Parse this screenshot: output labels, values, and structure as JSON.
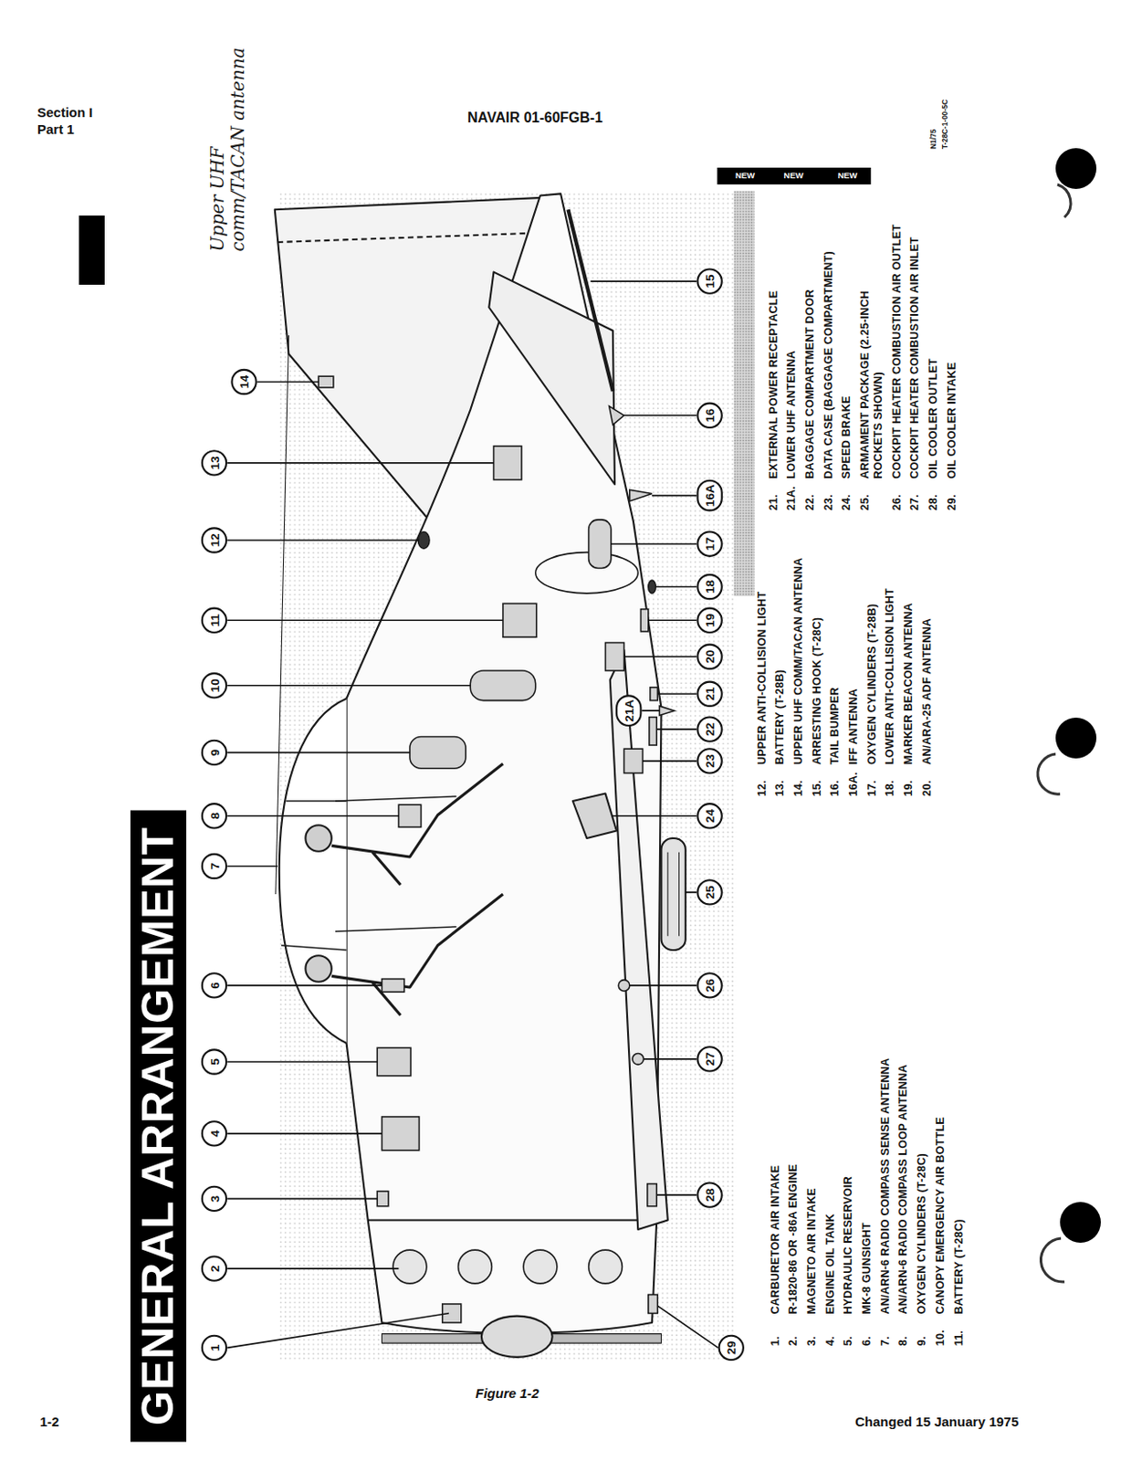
{
  "diagram": {
    "title": "GENERAL ARRANGEMENT",
    "caption": "Figure 1-2",
    "nodes": [
      {
        "text": [
          "1"
        ]
      },
      {
        "text": [
          "2"
        ]
      },
      {
        "text": [
          "3"
        ]
      },
      {
        "text": [
          "4"
        ]
      },
      {
        "text": [
          "5"
        ]
      },
      {
        "text": [
          "6"
        ]
      },
      {
        "text": [
          "7"
        ]
      },
      {
        "text": [
          "8"
        ]
      },
      {
        "text": [
          "9"
        ]
      },
      {
        "text": [
          "10"
        ]
      },
      {
        "text": [
          "11"
        ]
      },
      {
        "text": [
          "12"
        ]
      },
      {
        "text": [
          "13"
        ]
      },
      {
        "text": [
          "14"
        ]
      },
      {
        "text": [
          "15"
        ]
      },
      {
        "text": [
          "16"
        ]
      },
      {
        "text": [
          "16A"
        ]
      },
      {
        "text": [
          "17"
        ]
      },
      {
        "text": [
          "18"
        ]
      },
      {
        "text": [
          "19"
        ]
      },
      {
        "text": [
          "20"
        ]
      },
      {
        "text": [
          "21"
        ]
      },
      {
        "text": [
          "21A"
        ]
      },
      {
        "text": [
          "22"
        ]
      },
      {
        "text": [
          "23"
        ]
      },
      {
        "text": [
          "24"
        ]
      },
      {
        "text": [
          "25"
        ]
      },
      {
        "text": [
          "26"
        ]
      },
      {
        "text": [
          "27"
        ]
      },
      {
        "text": [
          "28"
        ]
      },
      {
        "text": [
          "29"
        ]
      }
    ],
    "labels": [
      "Section I",
      "Part 1",
      "NAVAIR 01-60FGB-1",
      "Upper UHF comm/TACAN antenna",
      "NEW",
      "NEW",
      "NEW",
      "1.",
      "CARBURETOR AIR INTAKE",
      "2.",
      "R-1820-86 OR -86A ENGINE",
      "3.",
      "MAGNETO AIR INTAKE",
      "4.",
      "ENGINE OIL TANK",
      "5.",
      "HYDRAULIC RESERVOIR",
      "6.",
      "MK-8 GUNSIGHT",
      "7.",
      "AN/ARN-6 RADIO COMPASS SENSE ANTENNA",
      "8.",
      "AN/ARN-6 RADIO COMPASS LOOP ANTENNA",
      "9.",
      "OXYGEN CYLINDERS (T-28C)",
      "10.",
      "CANOPY EMERGENCY AIR BOTTLE",
      "11.",
      "BATTERY (T-28C)",
      "12.",
      "UPPER ANTI-COLLISION LIGHT",
      "13.",
      "BATTERY (T-28B)",
      "14.",
      "UPPER UHF COMM/TACAN ANTENNA",
      "15.",
      "ARRESTING HOOK (T-28C)",
      "16.",
      "TAIL BUMPER",
      "16A.",
      "IFF ANTENNA",
      "17.",
      "OXYGEN CYLINDERS (T-28B)",
      "18.",
      "LOWER ANTI-COLLISION LIGHT",
      "19.",
      "MARKER BEACON ANTENNA",
      "20.",
      "AN/ARA-25 ADF ANTENNA",
      "21.",
      "EXTERNAL POWER RECEPTACLE",
      "21A.",
      "LOWER UHF ANTENNA",
      "22.",
      "BAGGAGE COMPARTMENT DOOR",
      "23.",
      "DATA CASE (BAGGAGE COMPARTMENT)",
      "24.",
      "SPEED BRAKE",
      "25.",
      "ARMAMENT PACKAGE (2.25-INCH ROCKETS SHOWN)",
      "26.",
      "COCKPIT HEATER COMBUSTION AIR OUTLET",
      "27.",
      "COCKPIT HEATER COMBUSTION AIR INLET",
      "28.",
      "OIL COOLER OUTLET",
      "29.",
      "OIL COOLER INTAKE",
      "N1/75",
      "T-28C-1-00-5C",
      "1-2",
      "Changed 15 January 1975"
    ]
  }
}
